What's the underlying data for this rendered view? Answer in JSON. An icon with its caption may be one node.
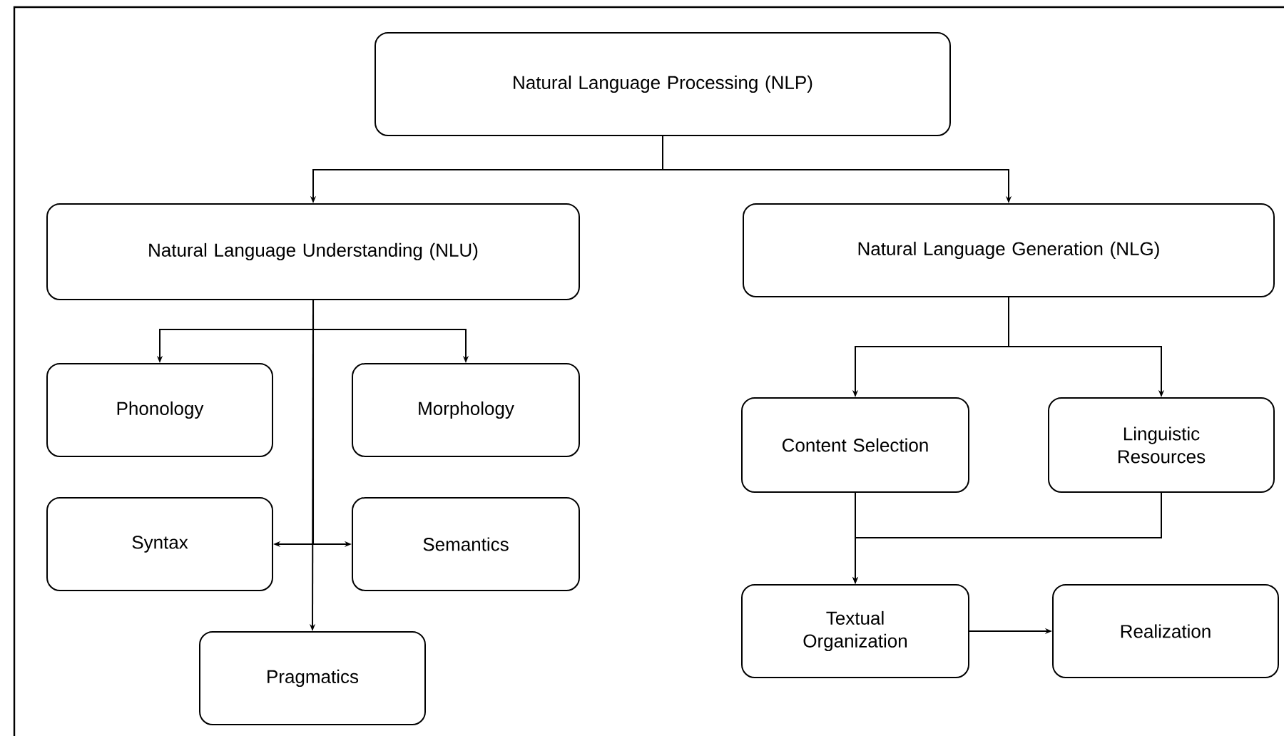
{
  "diagram": {
    "nodes": [
      {
        "text": [
          "Natural Language Processing (NLP)"
        ]
      },
      {
        "text": [
          "Natural Language Understanding (NLU)"
        ]
      },
      {
        "text": [
          "Natural Language Generation (NLG)"
        ]
      },
      {
        "text": [
          "Phonology"
        ]
      },
      {
        "text": [
          "Morphology"
        ]
      },
      {
        "text": [
          "Syntax"
        ]
      },
      {
        "text": [
          "Semantics"
        ]
      },
      {
        "text": [
          "Pragmatics"
        ]
      },
      {
        "text": [
          "Content Selection"
        ]
      },
      {
        "text": [
          "Linguistic Resources"
        ]
      },
      {
        "text": [
          "Textual Organization"
        ]
      },
      {
        "text": [
          "Realization"
        ]
      }
    ],
    "edges": [
      {
        "from": 0,
        "to": 1,
        "arrow": "to"
      },
      {
        "from": 0,
        "to": 2,
        "arrow": "to"
      },
      {
        "from": 1,
        "to": 3,
        "arrow": "to"
      },
      {
        "from": 1,
        "to": 4,
        "arrow": "to"
      },
      {
        "from": 1,
        "to": 5,
        "arrow": "to"
      },
      {
        "from": 1,
        "to": 6,
        "arrow": "to"
      },
      {
        "from": 1,
        "to": 7,
        "arrow": "to"
      },
      {
        "from": 2,
        "to": 8,
        "arrow": "to"
      },
      {
        "from": 2,
        "to": 9,
        "arrow": "to"
      },
      {
        "from": 8,
        "to": 10,
        "arrow": "to"
      },
      {
        "from": 9,
        "to": 10,
        "arrow": "to"
      },
      {
        "from": 10,
        "to": 11,
        "arrow": "to"
      }
    ]
  }
}
